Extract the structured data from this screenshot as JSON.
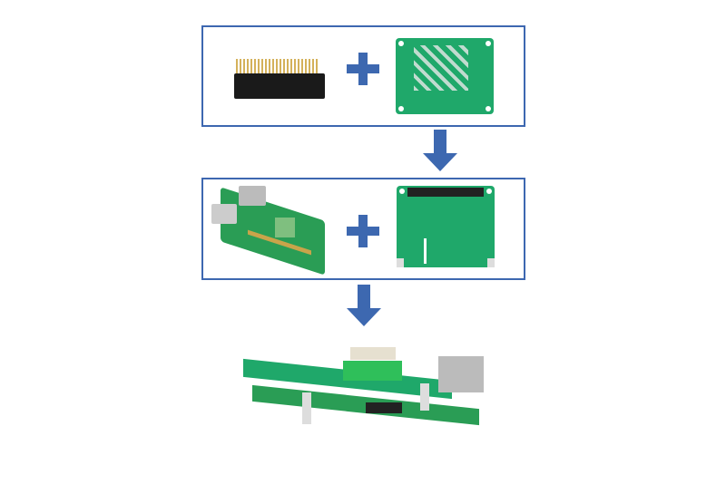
{
  "colors": {
    "accent": "#3d68b0",
    "pcb": "#1fa86a"
  },
  "steps": [
    {
      "icons": [
        "pin-header",
        "hat-board-top"
      ]
    },
    {
      "icons": [
        "raspberry-pi",
        "hat-board-bottom"
      ]
    },
    {
      "icons": [
        "assembled-stack"
      ]
    }
  ]
}
